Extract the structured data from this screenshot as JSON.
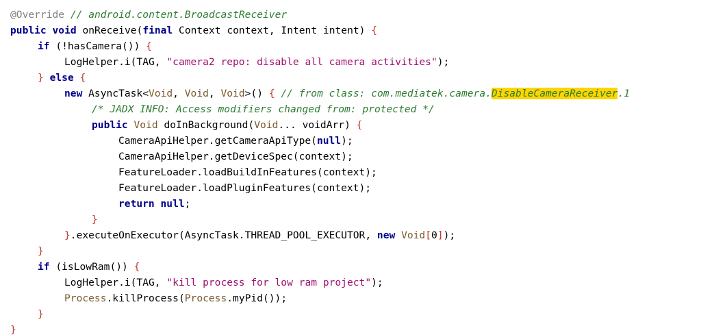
{
  "code": {
    "l1": {
      "annotation": "@Override",
      "comment": " // android.content.BroadcastReceiver"
    },
    "l2": {
      "kw1": "public",
      "kw2": "void",
      "t1": " onReceive(",
      "kw3": "final",
      "t2": " Context context, Intent intent) ",
      "b1": "{"
    },
    "l3": {
      "kw1": "if",
      "t1": " (!hasCamera()) ",
      "b1": "{"
    },
    "l4": {
      "t1": "LogHelper.i(TAG, ",
      "s1": "\"camera2 repo: disable all camera activities\"",
      "t2": ");"
    },
    "l5": {
      "b1": "}",
      "kw1": "else",
      "b2": "{"
    },
    "l6": {
      "kw1": "new",
      "t1": " AsyncTask<",
      "ty1": "Void",
      "t2": ", ",
      "ty2": "Void",
      "t3": ", ",
      "ty3": "Void",
      "t4": ">() ",
      "b1": "{",
      "c1": " // from class: com.mediatek.camera.",
      "hl": "DisableCameraReceiver",
      "c2": ".1"
    },
    "l7": {
      "c1": "/* JADX INFO: Access modifiers changed from: protected */"
    },
    "l8": {
      "kw1": "public",
      "ty1": "Void",
      "t1": " doInBackground(",
      "ty2": "Void",
      "t2": "... voidArr) ",
      "b1": "{"
    },
    "l9": {
      "t1": "CameraApiHelper.getCameraApiType(",
      "kw1": "null",
      "t2": ");"
    },
    "l10": {
      "t1": "CameraApiHelper.getDeviceSpec(context);"
    },
    "l11": {
      "t1": "FeatureLoader.loadBuildInFeatures(context);"
    },
    "l12": {
      "t1": "FeatureLoader.loadPluginFeatures(context);"
    },
    "l13": {
      "kw1": "return",
      "kw2": "null",
      "t1": ";"
    },
    "l14": {
      "b1": "}"
    },
    "l15": {
      "b1": "}",
      "t1": ".executeOnExecutor(AsyncTask.THREAD_POOL_EXECUTOR, ",
      "kw1": "new",
      "ty1": "Void",
      "b2": "[",
      "t2": "0",
      "b3": "]",
      "t3": ");"
    },
    "l16": {
      "b1": "}"
    },
    "l17": {
      "kw1": "if",
      "t1": " (isLowRam()) ",
      "b1": "{"
    },
    "l18": {
      "t1": "LogHelper.i(TAG, ",
      "s1": "\"kill process for low ram project\"",
      "t2": ");"
    },
    "l19": {
      "ty1": "Process",
      "t1": ".killProcess(",
      "ty2": "Process",
      "t2": ".myPid());"
    },
    "l20": {
      "b1": "}"
    },
    "l21": {
      "b1": "}"
    }
  },
  "colors": {
    "keyword": "#00008b",
    "type": "#7b5a2c",
    "comment": "#2e7d32",
    "string": "#a0106e",
    "brace": "#c0392b",
    "highlight": "#ffd400"
  }
}
